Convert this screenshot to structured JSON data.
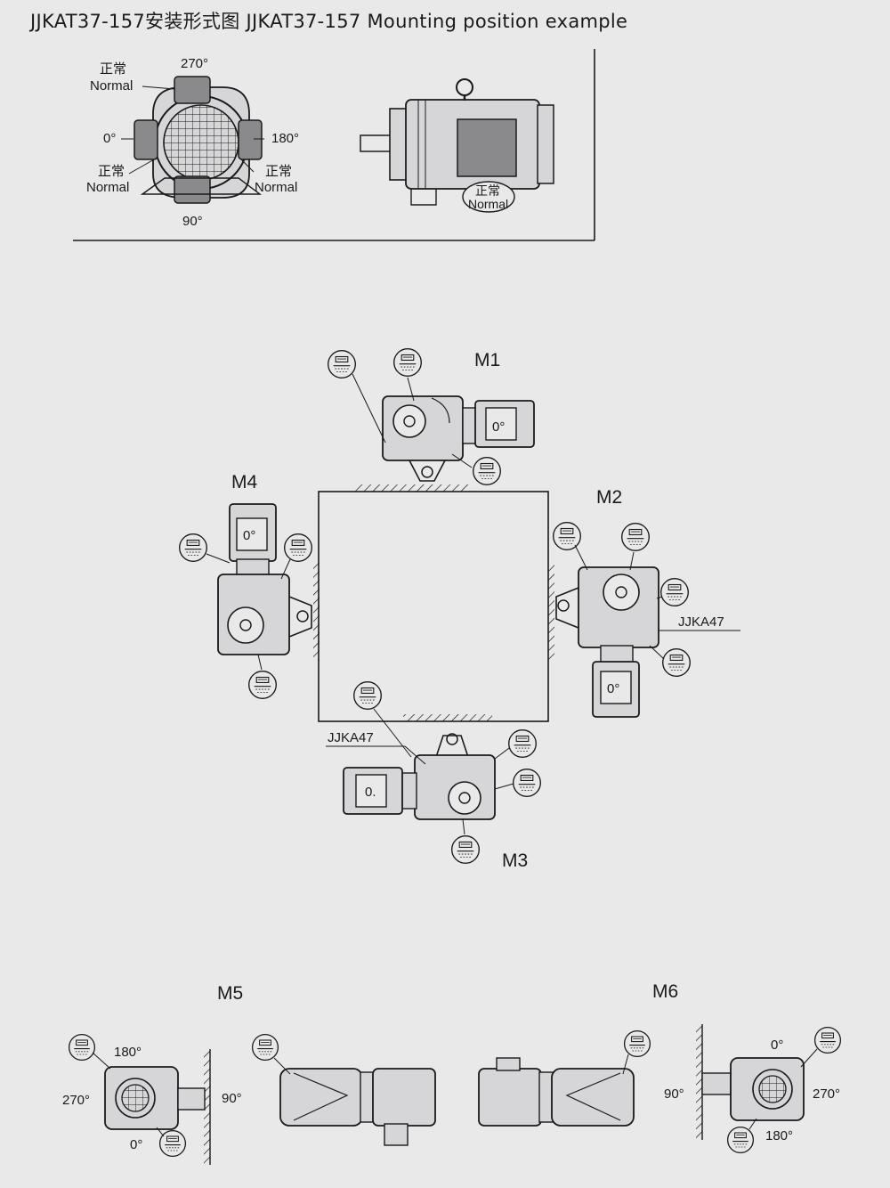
{
  "title": "JJKAT37-157安装形式图  JJKAT37-157 Mounting position example",
  "legend_top": {
    "normal_cn": "正常",
    "normal_en": "Normal",
    "angle_270": "270°",
    "angle_0": "0°",
    "angle_180": "180°",
    "angle_90": "90°"
  },
  "positions": {
    "m1": "M1",
    "m2": "M2",
    "m3": "M3",
    "m4": "M4",
    "m5": "M5",
    "m6": "M6"
  },
  "models": {
    "m2_model": "JJKA47",
    "m3_model": "JJKA47"
  },
  "motor_labels": {
    "m1": "0°",
    "m2": "0°",
    "m3": "0.",
    "m4": "0°"
  },
  "m5_angles": {
    "a180": "180°",
    "a270": "270°",
    "a0": "0°",
    "a90": "90°"
  },
  "m6_angles": {
    "a0": "0°",
    "a270": "270°",
    "a90": "90°",
    "a180": "180°"
  },
  "colors": {
    "paper": "#e9e9ea",
    "ink": "#1a1a1a",
    "shade": "#8a8a8c",
    "light": "#d6d6d8"
  }
}
